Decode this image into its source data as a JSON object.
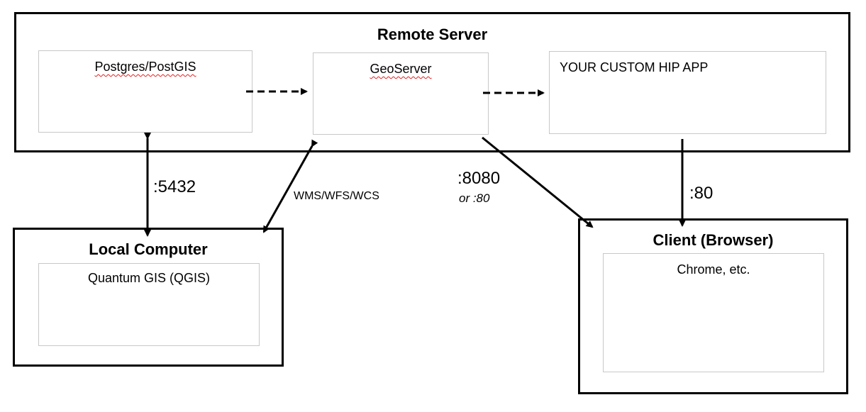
{
  "groups": {
    "remote_server": {
      "title": "Remote Server"
    },
    "local_computer": {
      "title": "Local Computer"
    },
    "client": {
      "title": "Client (Browser)"
    }
  },
  "nodes": {
    "postgres": "Postgres/PostGIS",
    "geoserver": "GeoServer",
    "custom_app": "YOUR CUSTOM HIP APP",
    "qgis": "Quantum GIS (QGIS)",
    "chrome": "Chrome, etc."
  },
  "edge_labels": {
    "postgres_port": ":5432",
    "ogc_services": "WMS/WFS/WCS",
    "geoserver_port": ":8080",
    "geoserver_port_alt": "or :80",
    "app_port": ":80"
  }
}
